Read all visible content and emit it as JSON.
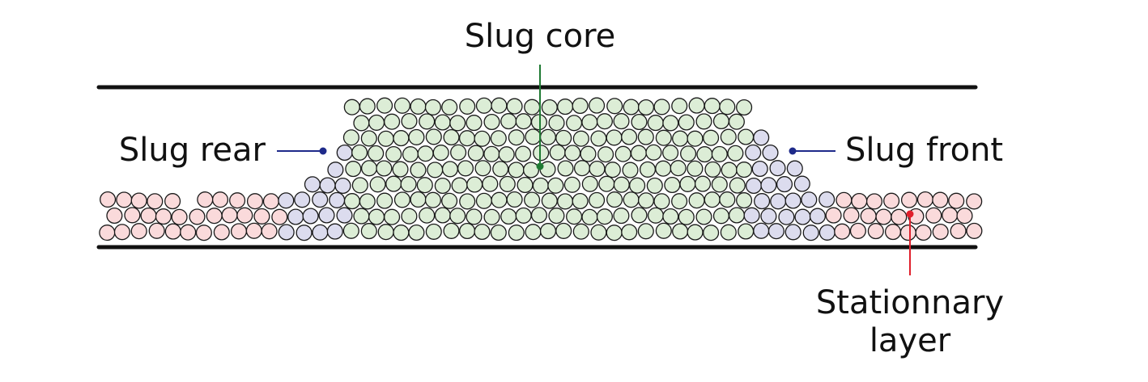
{
  "labels": {
    "slug_core": "Slug core",
    "slug_rear": "Slug rear",
    "slug_front": "Slug front",
    "stationary_line1": "Stationnary",
    "stationary_line2": "layer"
  },
  "colors": {
    "wall": "#111111",
    "particle_outline": "#1a1a1a",
    "core_fill": "#dcedd6",
    "core_pointer": "#1f7a33",
    "rear_front_fill": "#dcdcee",
    "rear_front_pointer": "#1e2a8a",
    "stationary_fill": "#fadadb",
    "stationary_pointer": "#e0202c"
  }
}
